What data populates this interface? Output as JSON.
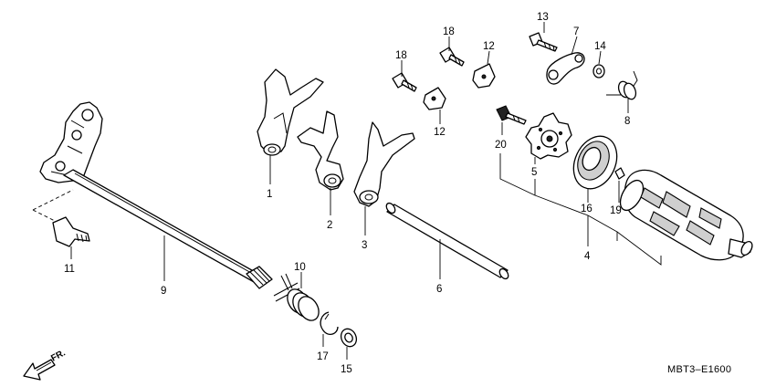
{
  "diagram": {
    "part_labels": [
      "1",
      "2",
      "3",
      "4",
      "5",
      "6",
      "7",
      "8",
      "9",
      "10",
      "11",
      "12",
      "12",
      "13",
      "14",
      "15",
      "16",
      "17",
      "18",
      "18",
      "19",
      "20"
    ],
    "diagram_code": "MBT3–E1600",
    "direction_indicator": "FR."
  },
  "colors": {
    "line": "#000000",
    "background": "#ffffff"
  },
  "icons": {
    "front_arrow": "fr-arrow-icon"
  }
}
